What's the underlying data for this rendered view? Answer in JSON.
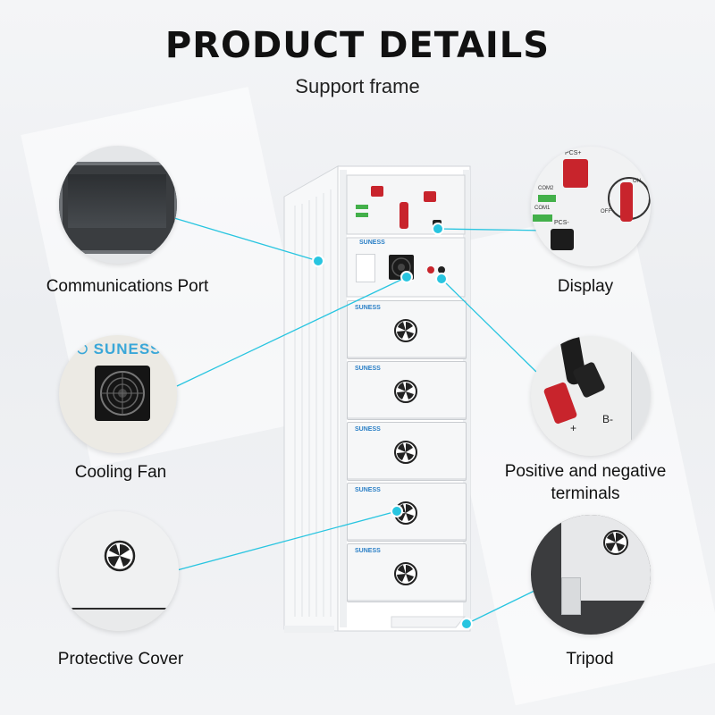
{
  "header": {
    "title": "PRODUCT DETAILS",
    "subtitle": "Support frame"
  },
  "callouts": [
    {
      "id": "communications-port",
      "label": "Communications Port"
    },
    {
      "id": "display",
      "label": "Display"
    },
    {
      "id": "cooling-fan",
      "label": "Cooling Fan",
      "brand": "SUNESS"
    },
    {
      "id": "terminals",
      "label": "Positive and negative terminals",
      "polarity_plus": "+",
      "polarity_minus": "B-"
    },
    {
      "id": "protective-cover",
      "label": "Protective Cover"
    },
    {
      "id": "tripod",
      "label": "Tripod"
    }
  ],
  "display_closeup": {
    "pcs_plus": "PCS+",
    "pcs_minus": "PCS-",
    "com2": "COM2",
    "com1": "COM1",
    "on": "ON",
    "off": "OFF"
  },
  "cabinet": {
    "brand": "SUNESS",
    "module_count": 5
  },
  "colors": {
    "accent_line": "#28c5e0",
    "brand_blue": "#2a7fc6",
    "switch_red": "#c8242c"
  }
}
